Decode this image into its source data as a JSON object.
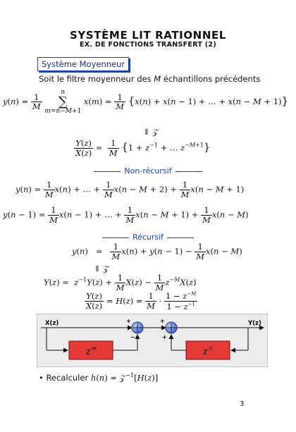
{
  "header": {
    "title": "SYSTÈME LIT RATIONNEL",
    "subtitle": "EX. DE FONCTIONS TRANSFERT (2)"
  },
  "section_box": "Système Moyenneur",
  "intro": {
    "prefix": "Soit le filtre moyenneur des ",
    "var": "M",
    "suffix": " échantillons précédents"
  },
  "separators": {
    "nonrec": "Non-récursif",
    "rec": "Récursif"
  },
  "diagram": {
    "input": "X(z)",
    "output": "Y(z)",
    "block1": "z",
    "block1_exp": "-M",
    "block2": "z",
    "block2_exp": "-1",
    "sign_plus": "+",
    "sign_minus": "−",
    "colors": {
      "block_fill": "#e53935",
      "adder_fill": "#4c7be8",
      "panel_bg": "#ececec"
    }
  },
  "bullet": {
    "text": "Recalculer "
  },
  "page_number": "3"
}
